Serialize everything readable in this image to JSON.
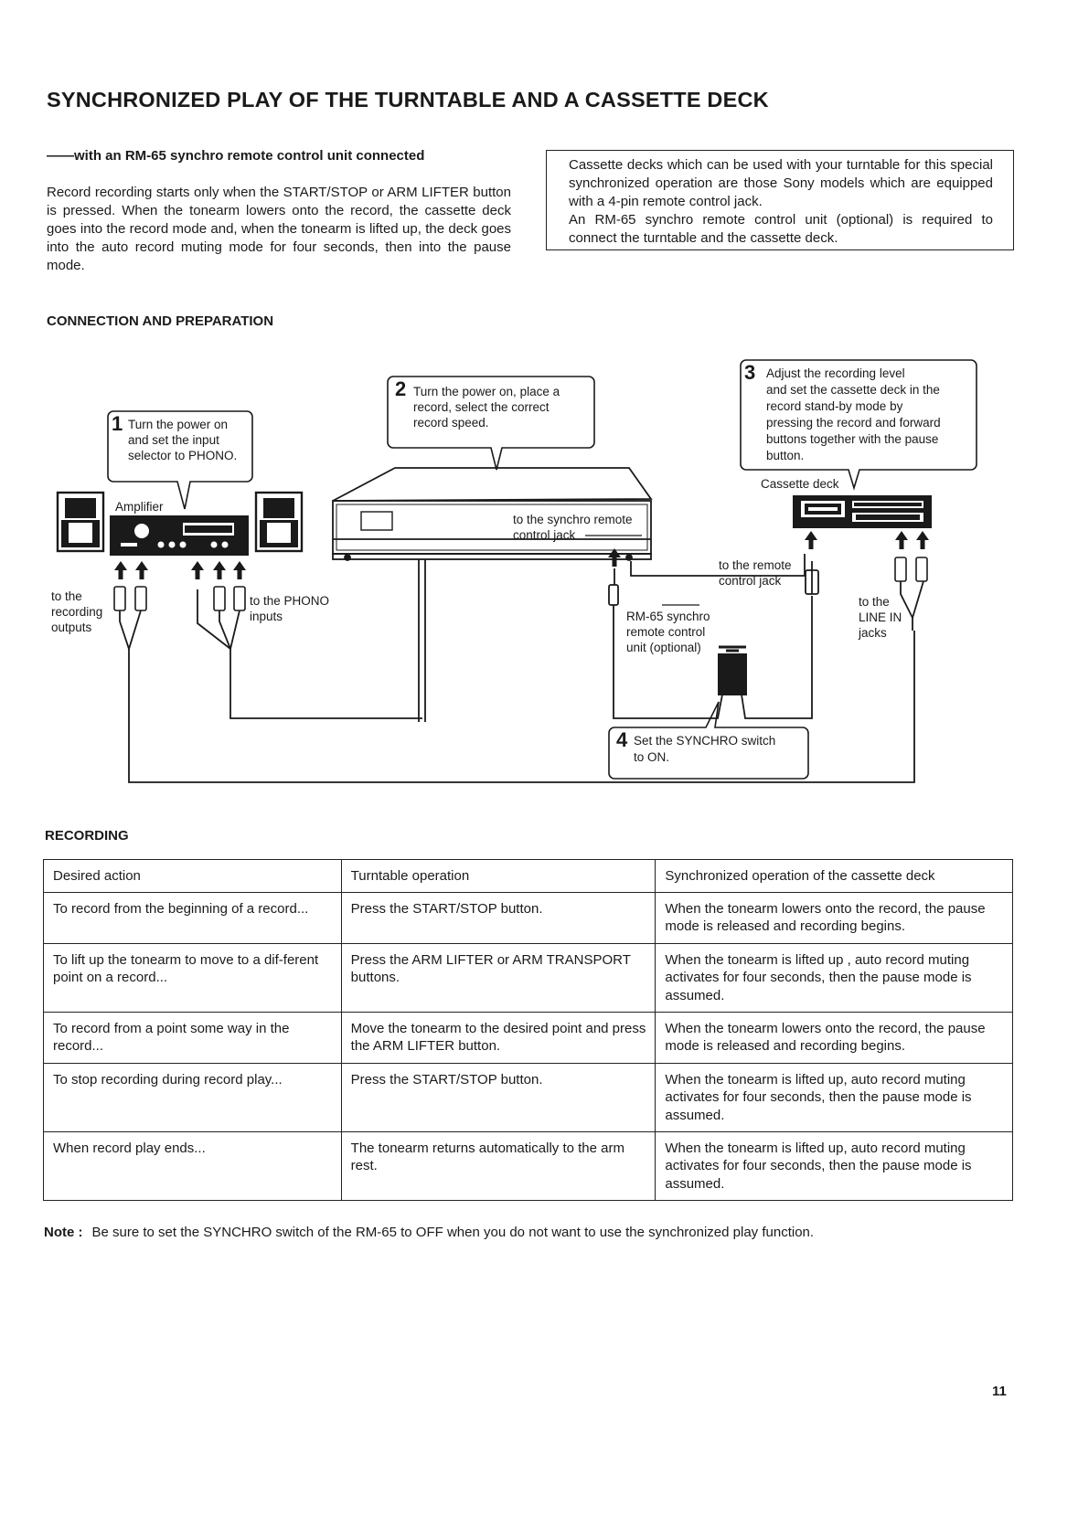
{
  "title": "SYNCHRONIZED PLAY OF THE TURNTABLE AND A CASSETTE DECK",
  "subtitle": "——with an RM-65 synchro remote control unit connected",
  "intro": "Record recording starts only when the START/STOP or ARM LIFTER button is pressed. When the tonearm lowers onto the record, the cassette deck goes into the record mode and, when the tonearm is lifted up, the deck goes into the auto record muting mode for four seconds, then into the pause mode.",
  "infobox": {
    "line1": "Cassette decks which can be used with your turntable for this special synchronized operation are those Sony models which are equipped with a 4-pin remote control jack.",
    "line2": "An RM-65 synchro remote control unit (optional) is required to connect the turntable and the cassette deck."
  },
  "connection_heading": "CONNECTION AND PREPARATION",
  "diagram": {
    "step1_num": "1",
    "step1_lines": [
      "Turn the power on",
      "and set the input",
      "selector to PHONO."
    ],
    "step2_num": "2",
    "step2_lines": [
      "Turn the power on, place a",
      "record, select the correct",
      "record speed."
    ],
    "step3_num": "3",
    "step3_lines": [
      "Adjust the recording level",
      "and set the cassette deck in the",
      "record stand-by mode by",
      "pressing the record and forward",
      "buttons together with the pause",
      "button."
    ],
    "step4_num": "4",
    "step4_lines": [
      "Set the SYNCHRO switch",
      "to ON."
    ],
    "amplifier": "Amplifier",
    "cassette_deck": "Cassette deck",
    "rec_outputs": [
      "to the",
      "recording",
      "outputs"
    ],
    "phono_inputs": [
      "to the PHONO",
      "inputs"
    ],
    "synchro_jack": [
      "to the synchro remote",
      "control jack"
    ],
    "remote_jack": [
      "to the remote",
      "control jack"
    ],
    "rm65": [
      "RM-65 synchro",
      "remote control",
      "unit (optional)"
    ],
    "line_in": [
      "to the",
      "LINE IN",
      "jacks"
    ]
  },
  "recording_heading": "RECORDING",
  "table": {
    "headers": [
      "Desired action",
      "Turntable operation",
      "Synchronized operation of the cassette deck"
    ],
    "rows": [
      [
        "To record from the beginning of a record...",
        "Press the START/STOP button.",
        "When the tonearm lowers onto the record, the pause mode is released and recording begins."
      ],
      [
        "To lift up the tonearm to move to a dif-ferent point on a record...",
        "Press the ARM LIFTER or ARM TRANSPORT buttons.",
        "When the tonearm is lifted up , auto record muting activates for four seconds, then the pause mode is assumed."
      ],
      [
        "To record from a point some way in the record...",
        "Move the tonearm to the desired point and press the ARM LIFTER button.",
        "When the tonearm lowers onto the record, the pause mode is released and recording begins."
      ],
      [
        "To stop recording during record play...",
        "Press the START/STOP button.",
        "When the tonearm is lifted up, auto record muting activates for four seconds, then the pause mode is assumed."
      ],
      [
        "When record play ends...",
        "The tonearm returns automatically to the arm rest.",
        "When the tonearm is lifted up, auto record muting activates for four seconds, then the pause mode is assumed."
      ]
    ]
  },
  "note_label": "Note :",
  "note_text": "Be sure to set the SYNCHRO switch of the RM-65 to OFF when you do not want to use the synchronized play function.",
  "page_number": "11"
}
